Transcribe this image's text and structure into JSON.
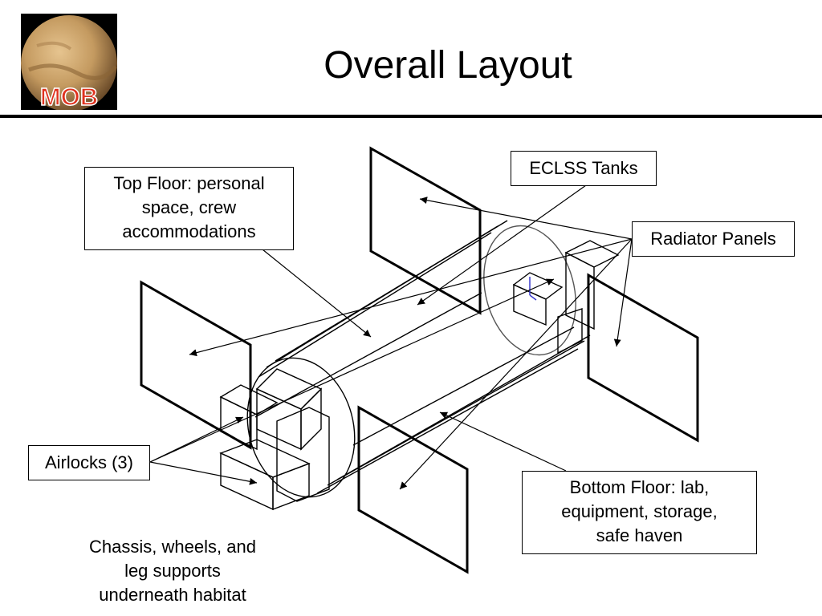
{
  "slide": {
    "title": "Overall Layout",
    "logo": {
      "text": "MOB",
      "icon": "mars-planet-logo",
      "text_color": "#e0321e",
      "planet_color": "#c9a06a"
    }
  },
  "labels": {
    "top_floor": {
      "line1": "Top Floor: personal",
      "line2": "space, crew",
      "line3": "accommodations"
    },
    "eclss_tanks": "ECLSS Tanks",
    "radiator_panels": "Radiator Panels",
    "airlocks": "Airlocks (3)",
    "bottom_floor": {
      "line1": "Bottom Floor: lab,",
      "line2": "equipment, storage,",
      "line3": "safe haven"
    },
    "chassis": {
      "line1": "Chassis, wheels, and",
      "line2": "leg supports",
      "line3": "underneath habitat"
    }
  },
  "colors": {
    "line": "#000000",
    "background": "#ffffff"
  }
}
